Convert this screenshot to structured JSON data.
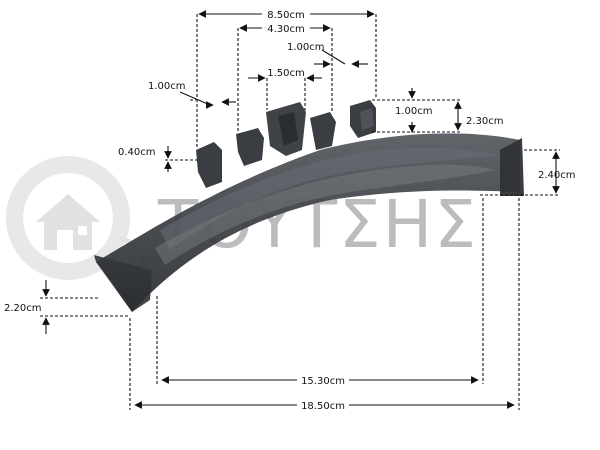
{
  "watermark": {
    "text": "ΤΟΥΤΣΗΣ",
    "logo_icon": "house-plug-icon",
    "color": "#bcbcbc"
  },
  "part": {
    "color": "#3c3f44",
    "highlight": "#6a6e74"
  },
  "dimensions": {
    "d_850": "8.50cm",
    "d_430": "4.30cm",
    "d_100_top": "1.00cm",
    "d_150": "1.50cm",
    "d_100_left": "1.00cm",
    "d_100_right": "1.00cm",
    "d_230": "2.30cm",
    "d_040": "0.40cm",
    "d_240": "2.40cm",
    "d_220": "2.20cm",
    "d_1530": "15.30cm",
    "d_1850": "18.50cm"
  }
}
